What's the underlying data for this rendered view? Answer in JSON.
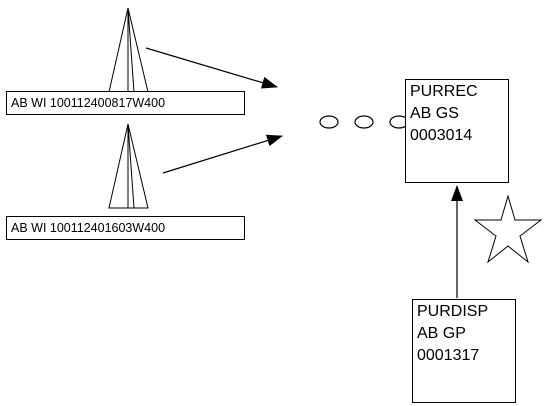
{
  "wells": [
    {
      "label": "AB WI 100112400817W400"
    },
    {
      "label": "AB WI 100112401603W400"
    }
  ],
  "receipt_facility": {
    "type": "PURREC",
    "location": "AB GS",
    "code": "0003014"
  },
  "disposition_facility": {
    "type": "PURDISP",
    "location": "AB GP",
    "code": "0001317"
  },
  "icons": {
    "well": "drilling-rig-icon",
    "continuation": "ellipsis-circles",
    "marker": "star-icon"
  },
  "colors": {
    "stroke": "#000000",
    "fill": "#ffffff"
  }
}
